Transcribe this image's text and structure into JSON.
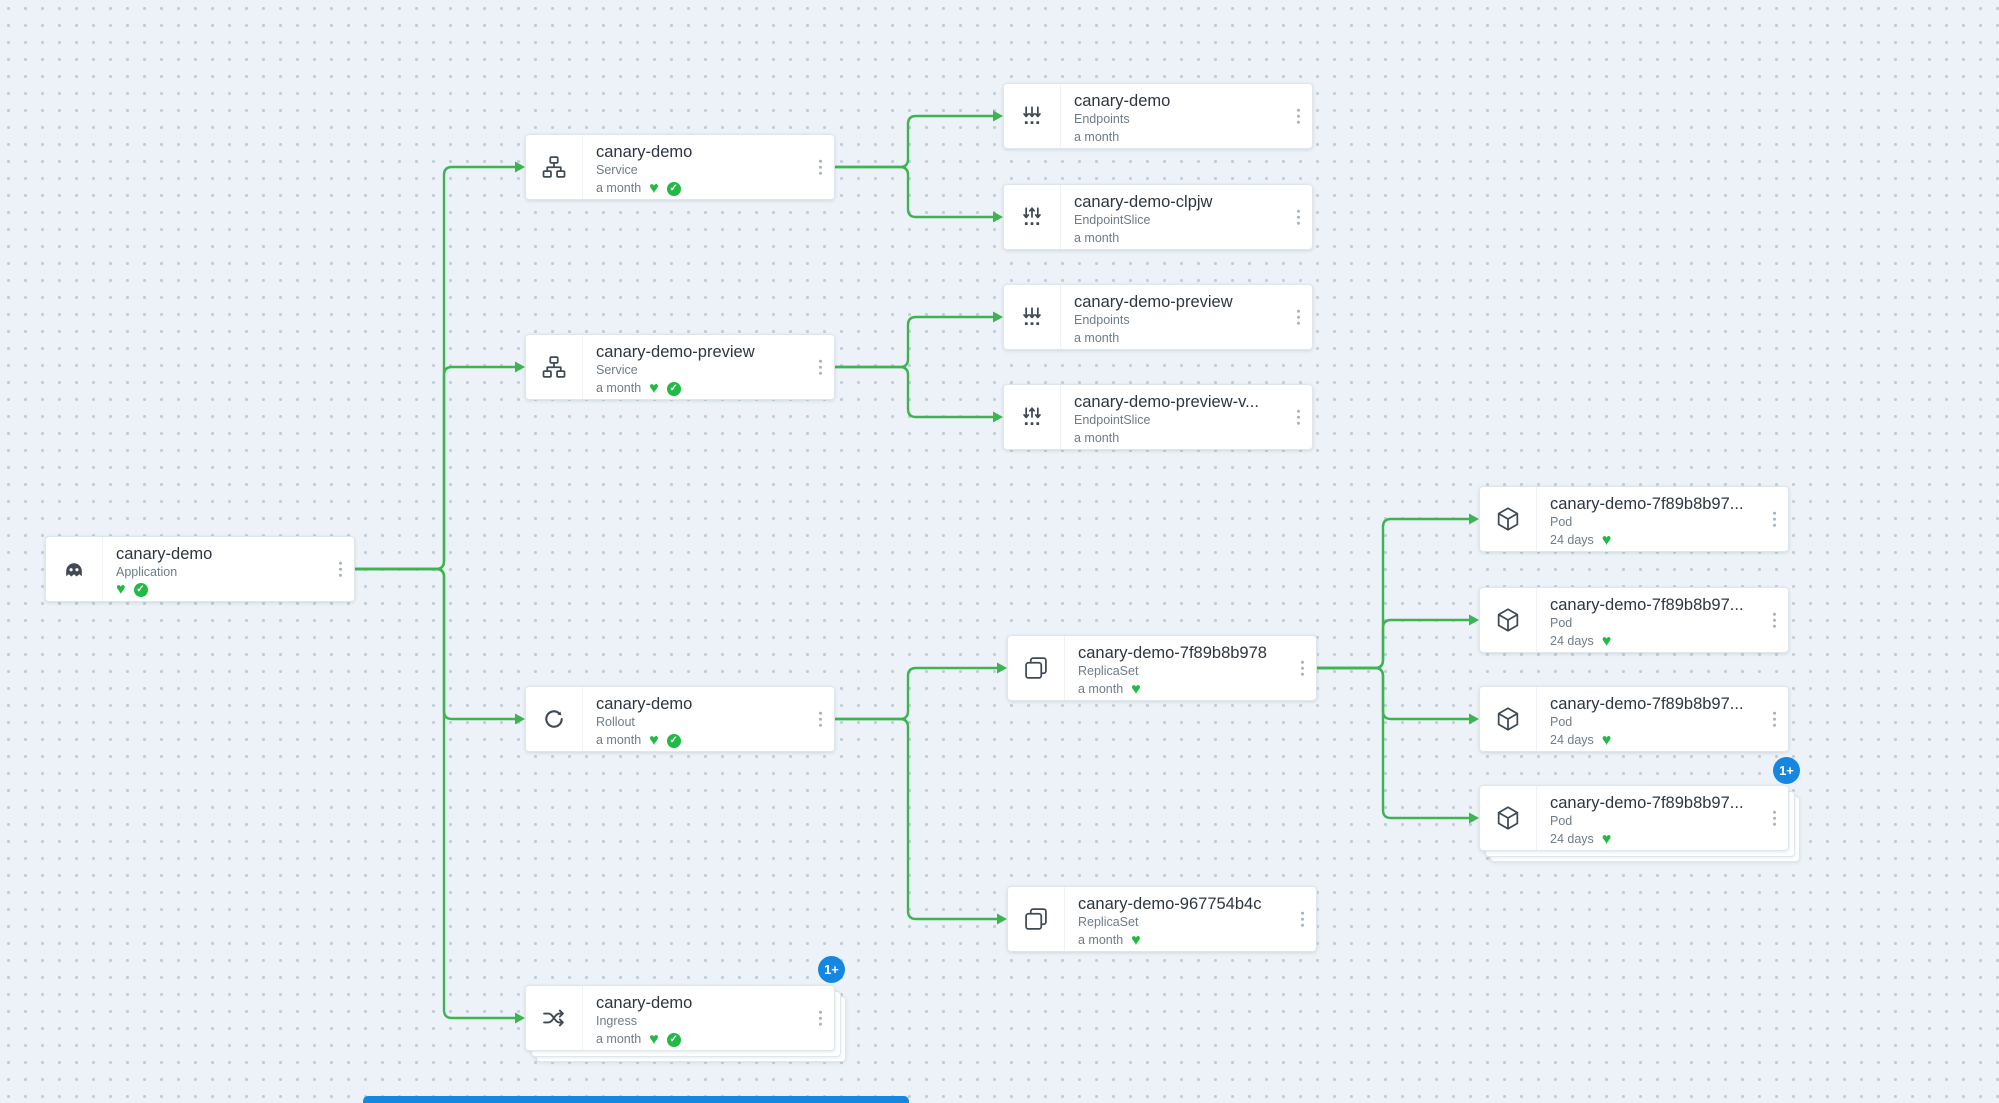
{
  "colors": {
    "edge": "#3db351",
    "healthy": "#21ba45",
    "badge": "#1587e0"
  },
  "icons": {
    "healthy_heart": "♥",
    "synced_check": "✓"
  },
  "nodes": [
    {
      "title": "canary-demo",
      "kind": "Application",
      "age": "",
      "status_icons": [
        "healthy-heart",
        "synced-check"
      ]
    },
    {
      "title": "canary-demo",
      "kind": "Service",
      "age": "a month",
      "status_icons": [
        "healthy-heart",
        "synced-check"
      ]
    },
    {
      "title": "canary-demo-preview",
      "kind": "Service",
      "age": "a month",
      "status_icons": [
        "healthy-heart",
        "synced-check"
      ]
    },
    {
      "title": "canary-demo",
      "kind": "Rollout",
      "age": "a month",
      "status_icons": [
        "healthy-heart",
        "synced-check"
      ]
    },
    {
      "title": "canary-demo",
      "kind": "Ingress",
      "age": "a month",
      "status_icons": [
        "healthy-heart",
        "synced-check"
      ],
      "badge": "1+"
    },
    {
      "title": "canary-demo",
      "kind": "Endpoints",
      "age": "a month",
      "status_icons": []
    },
    {
      "title": "canary-demo-clpjw",
      "kind": "EndpointSlice",
      "age": "a month",
      "status_icons": []
    },
    {
      "title": "canary-demo-preview",
      "kind": "Endpoints",
      "age": "a month",
      "status_icons": []
    },
    {
      "title": "canary-demo-preview-v...",
      "kind": "EndpointSlice",
      "age": "a month",
      "status_icons": []
    },
    {
      "title": "canary-demo-7f89b8b978",
      "kind": "ReplicaSet",
      "age": "a month",
      "status_icons": [
        "healthy-heart"
      ]
    },
    {
      "title": "canary-demo-967754b4c",
      "kind": "ReplicaSet",
      "age": "a month",
      "status_icons": [
        "healthy-heart"
      ]
    },
    {
      "title": "canary-demo-7f89b8b97...",
      "kind": "Pod",
      "age": "24 days",
      "status_icons": [
        "healthy-heart"
      ]
    },
    {
      "title": "canary-demo-7f89b8b97...",
      "kind": "Pod",
      "age": "24 days",
      "status_icons": [
        "healthy-heart"
      ]
    },
    {
      "title": "canary-demo-7f89b8b97...",
      "kind": "Pod",
      "age": "24 days",
      "status_icons": [
        "healthy-heart"
      ]
    },
    {
      "title": "canary-demo-7f89b8b97...",
      "kind": "Pod",
      "age": "24 days",
      "status_icons": [
        "healthy-heart"
      ],
      "badge": "1+"
    }
  ]
}
